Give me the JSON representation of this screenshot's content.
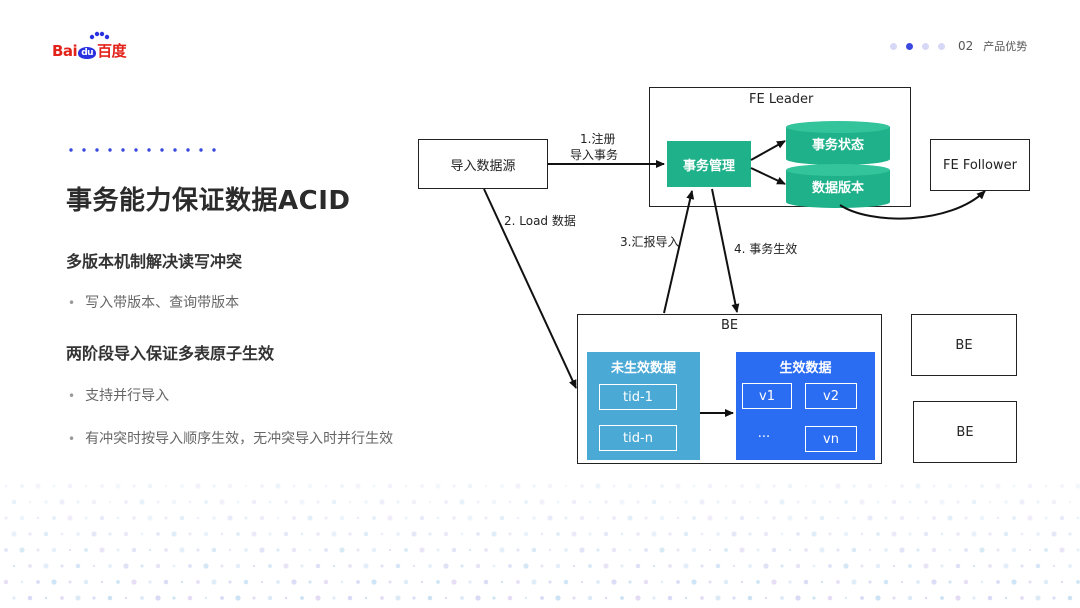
{
  "brand": {
    "logo_text_left": "Bai",
    "logo_text_mid": "du",
    "logo_text_right": "百度"
  },
  "nav": {
    "page_number": "02",
    "section": "产品优势"
  },
  "slide": {
    "title": "事务能力保证数据ACID",
    "sections": [
      {
        "heading": "多版本机制解决读写冲突",
        "bullets": [
          "写入带版本、查询带版本"
        ]
      },
      {
        "heading": "两阶段导入保证多表原子生效",
        "bullets": [
          "支持并行导入",
          "有冲突时按导入顺序生效，无冲突导入时并行生效"
        ]
      }
    ]
  },
  "diagram": {
    "source": "导入数据源",
    "fe_leader": "FE Leader",
    "txn_mgr": "事务管理",
    "txn_state": "事务状态",
    "data_version": "数据版本",
    "fe_follower": "FE Follower",
    "be_main": "BE",
    "be_2": "BE",
    "be_3": "BE",
    "uncommitted": "未生效数据",
    "committed": "生效数据",
    "tid1": "tid-1",
    "tidn": "tid-n",
    "v1": "v1",
    "v2": "v2",
    "ellipsis": "...",
    "vn": "vn",
    "step1_line1": "1.注册",
    "step1_line2": "导入事务",
    "step2": "2. Load 数据",
    "step3": "3.汇报导入",
    "step4": "4. 事务生效"
  },
  "colors": {
    "green": "#1fb28a",
    "light_blue": "#4ba9d6",
    "blue": "#2a6cf2",
    "accent": "#3b48e0"
  }
}
